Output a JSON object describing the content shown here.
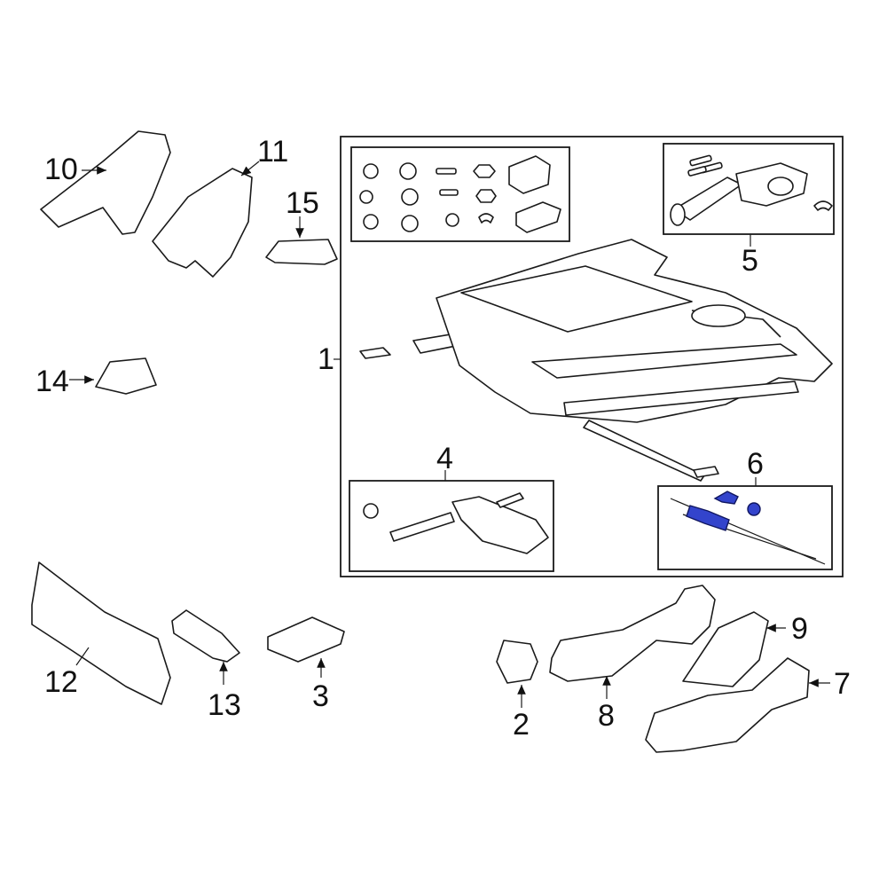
{
  "callouts": {
    "c1": "1",
    "c2": "2",
    "c3": "3",
    "c4": "4",
    "c5": "5",
    "c6": "6",
    "c7": "7",
    "c8": "8",
    "c9": "9",
    "c10": "10",
    "c11": "11",
    "c12": "12",
    "c13": "13",
    "c14": "14",
    "c15": "15"
  },
  "colors": {
    "line": "#1a1a1a",
    "highlight": "#3344cc"
  }
}
